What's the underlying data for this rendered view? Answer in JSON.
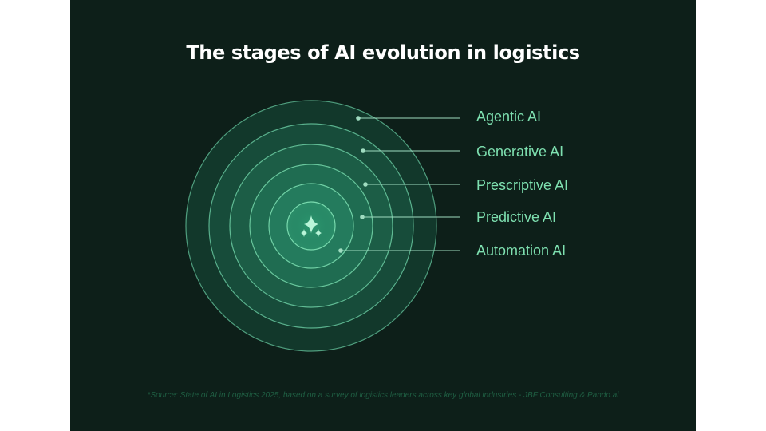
{
  "title": "The stages of AI evolution in logistics",
  "stages": [
    {
      "label": "Agentic AI"
    },
    {
      "label": "Generative AI"
    },
    {
      "label": "Prescriptive AI"
    },
    {
      "label": "Predictive AI"
    },
    {
      "label": "Automation AI"
    }
  ],
  "center_icon": "sparkle-icon",
  "source": "*Source: State of AI in Logistics 2025, based on a survey of logistics leaders across key global industries - JBF Consulting & Pando.ai",
  "colors": {
    "background": "#0d1f19",
    "ring_fill": "#1a6a4f",
    "ring_stroke": "#5fbf95",
    "label": "#7ee0b0",
    "title": "#ffffff"
  }
}
